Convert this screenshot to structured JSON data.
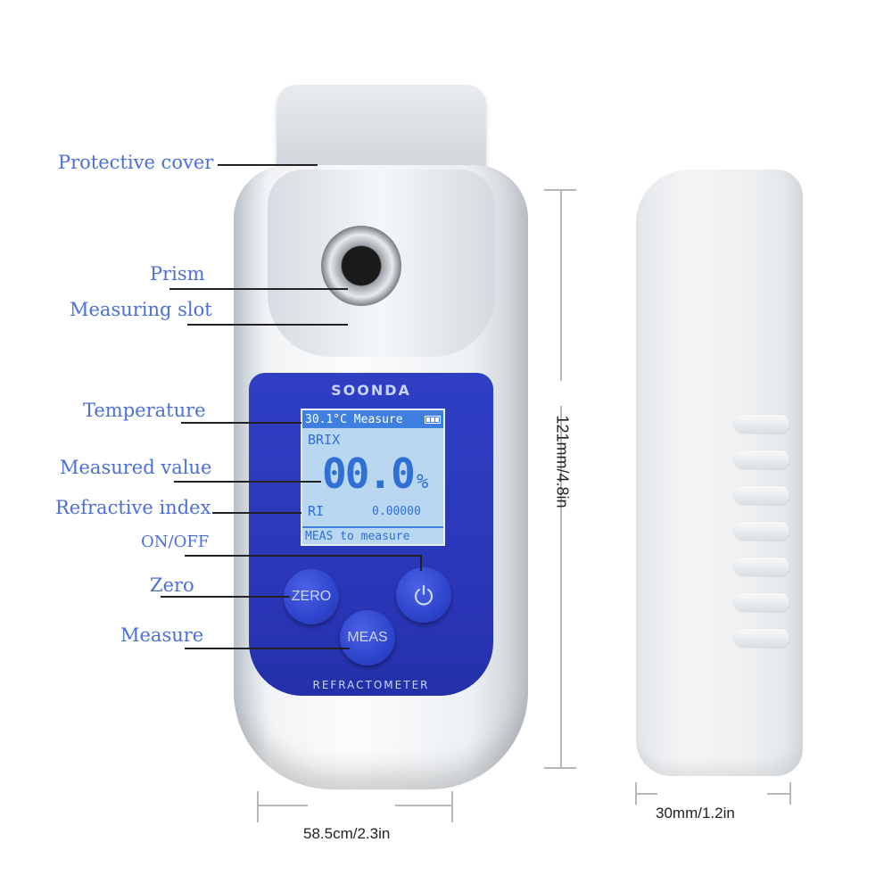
{
  "product": {
    "brand": "SOONDA",
    "model_label": "REFRACTOMETER"
  },
  "display": {
    "temperature": "30.1°C",
    "mode": "Measure",
    "battery_icon": "battery-full-icon",
    "scale": "BRIX",
    "value": "00.0",
    "unit": "%",
    "ri_label": "RI",
    "ri_value": "0.00000",
    "prompt": "MEAS to measure"
  },
  "buttons": {
    "zero": "ZERO",
    "meas": "MEAS",
    "power_icon": "power-icon"
  },
  "callouts": [
    {
      "label": "Protective cover"
    },
    {
      "label": "Prism"
    },
    {
      "label": "Measuring slot"
    },
    {
      "label": "Temperature"
    },
    {
      "label": "Measured value"
    },
    {
      "label": "Refractive index"
    },
    {
      "label": "ON/OFF"
    },
    {
      "label": "Zero"
    },
    {
      "label": "Measure"
    }
  ],
  "dimensions": {
    "height": "121mm/4.8in",
    "width": "58.5cm/2.3in",
    "depth": "30mm/1.2in"
  }
}
